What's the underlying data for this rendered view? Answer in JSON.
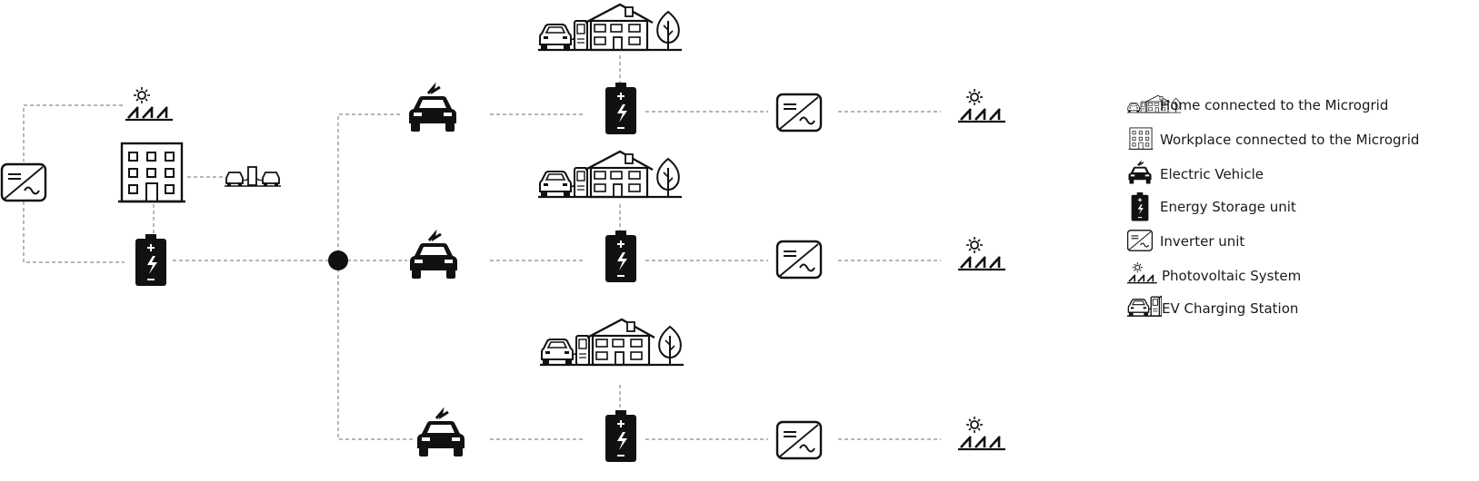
{
  "legend": {
    "items": [
      {
        "icon": "home-icon",
        "label": "Home connected to the Microgrid"
      },
      {
        "icon": "workplace-icon",
        "label": "Workplace connected to the Microgrid"
      },
      {
        "icon": "electric-vehicle-icon",
        "label": "Electric Vehicle"
      },
      {
        "icon": "battery-icon",
        "label": "Energy Storage unit"
      },
      {
        "icon": "inverter-icon",
        "label": "Inverter unit"
      },
      {
        "icon": "solar-panel-icon",
        "label": "Photovoltaic System"
      },
      {
        "icon": "ev-charging-station-icon",
        "label": "EV Charging Station"
      }
    ]
  },
  "colors": {
    "icon": "#111111",
    "line": "#8a8a8a",
    "text": "#1a1a1a"
  }
}
